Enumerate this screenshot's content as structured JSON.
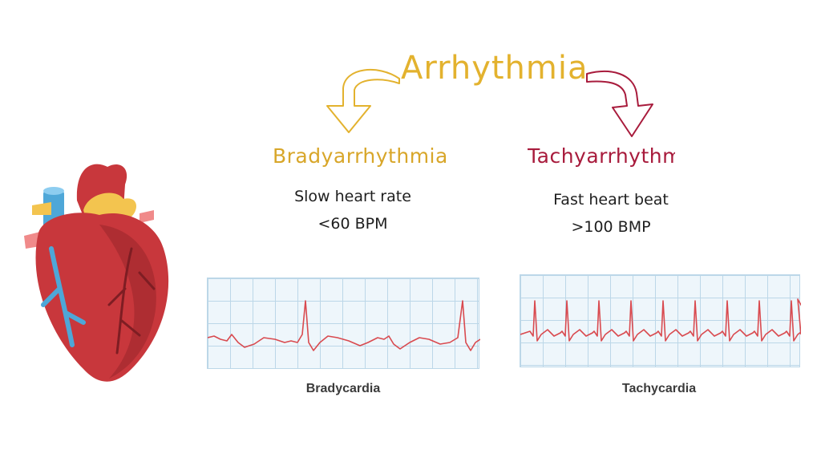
{
  "title": "Arrhythmia",
  "bradyarrhythmia": {
    "title": "Bradyarrhythmia",
    "description_line1": "Slow heart rate",
    "description_line2": "<60 BPM",
    "ecg_caption": "Bradycardia"
  },
  "tachyarrhythmia": {
    "title": "Tachyarrhythm",
    "description_line1": "Fast heart beat",
    "description_line2": ">100 BMP",
    "ecg_caption": "Tachycardia"
  },
  "colors": {
    "brady_accent": "#e3b22e",
    "tachy_accent": "#a81b3c",
    "ecg_trace": "#d94a4f",
    "ecg_grid": "#bcd7e8",
    "heart_red": "#c8373c"
  },
  "icons": [
    "heart-illustration-icon",
    "curved-arrow-left-icon",
    "curved-arrow-right-icon"
  ]
}
